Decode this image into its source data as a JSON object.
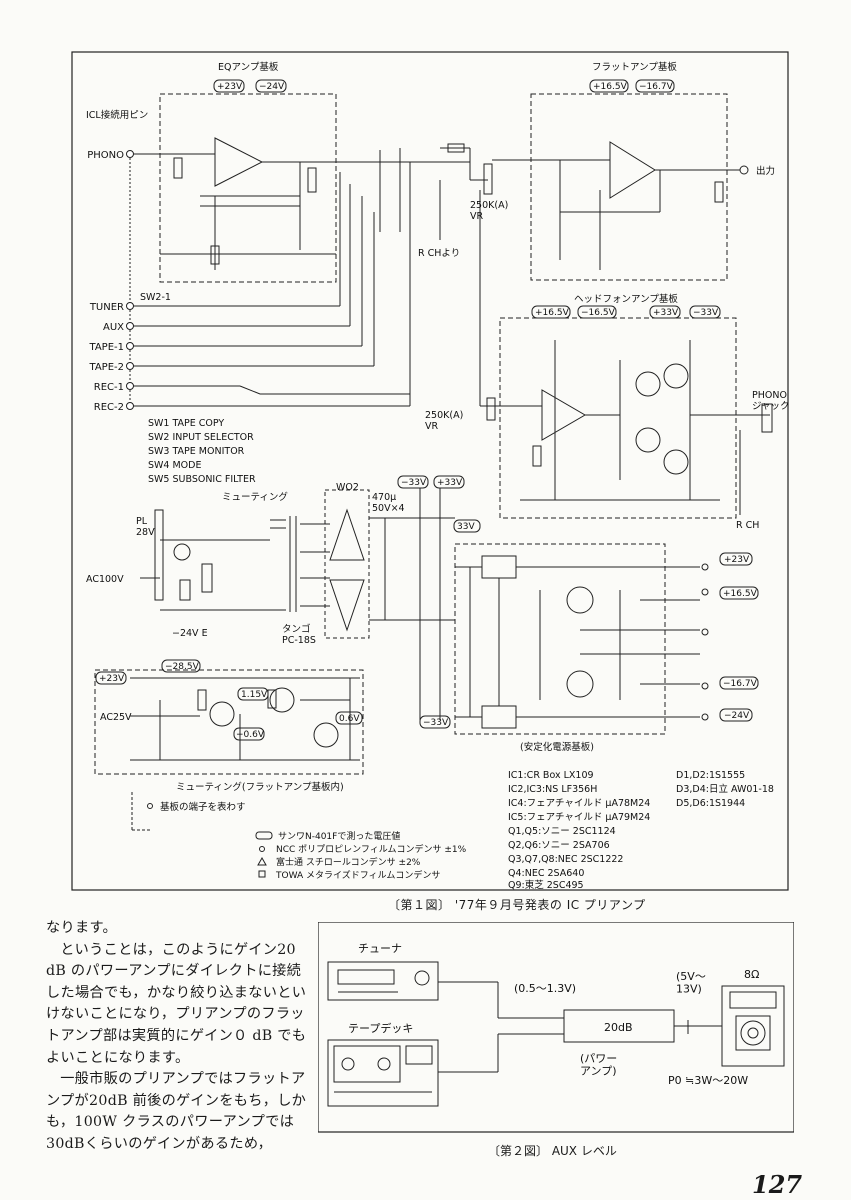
{
  "figure1": {
    "caption": "〔第１図〕 '77年９月号発表の IC プリアンプ",
    "eq_board": "EQアンプ基板",
    "flat_board": "フラットアンプ基板",
    "hp_board": "ヘッドフォンアンプ基板",
    "muting": "ミューティング",
    "muting_board": "ミューティング(フラットアンプ基板内)",
    "reg_board": "(安定化電源基板)",
    "icl_pin": "ICL接続用ピン",
    "inputs": [
      "PHONO",
      "TUNER",
      "AUX",
      "TAPE-1",
      "TAPE-2",
      "REC-1",
      "REC-2"
    ],
    "switches": [
      "SW1 TAPE COPY",
      "SW2 INPUT SELECTOR",
      "SW3 TAPE MONITOR",
      "SW4 MODE",
      "SW5 SUBSONIC FILTER"
    ],
    "ics": [
      "IC1:CR Box LX109",
      "IC2,IC3:NS LF356H",
      "IC4:フェアチャイルド μA78M24",
      "IC5:フェアチャイルド μA79M24",
      "Q1,Q5:ソニー 2SC1124",
      "Q2,Q6:ソニー 2SA706",
      "Q3,Q7,Q8:NEC 2SC1222",
      "Q4:NEC 2SA640",
      "Q9:東芝 2SC495"
    ],
    "diodes": [
      "D1,D2:1S1555",
      "D3,D4:日立 AW01-18",
      "D5,D6:1S1944"
    ],
    "legend": [
      "サンワN-401Fで測った電圧値",
      "NCC ポリプロピレンフィルムコンデンサ ±1%",
      "富士通 スチロールコンデンサ ±2%",
      "TOWA メタライズドフィルムコンデンサ"
    ],
    "terminal_note": "基板の端子を表わす",
    "voltages": {
      "p23": "+23V",
      "m24": "−24V",
      "p165": "+16.5V",
      "m167": "−16.7V",
      "m165": "−16.5V",
      "p33": "+33V",
      "m33": "−33V",
      "v33": "33V",
      "m285": "−28.5V",
      "v115": "1.15V",
      "m06": "−0.6V",
      "v06": "0.6V"
    },
    "misc": {
      "out": "出力",
      "phono_jack": "PHONO\nジャック",
      "rch": "R CH",
      "rch_from": "R CHより",
      "ac100": "AC100V",
      "ac25": "AC25V",
      "pl": "PL\n28V",
      "tango": "タンゴ\nPC-18S",
      "wo2": "WO2",
      "cap_main": "470μ\n50V×4",
      "vr250a": "250K(A)\nVR",
      "sw21": "SW2-1",
      "m24e": "−24V  E"
    }
  },
  "body": {
    "paragraphs": [
      "なります。",
      "ということは，このようにゲイン20 dB のパワーアンプにダイレクトに接続した場合でも，かなり絞り込まないといけないことになり，プリアンプのフラットアンプ部は実質的にゲイン０ dB でもよいことになります。",
      "一般市販のプリアンプではフラットアンプが20dB 前後のゲインをもち，しかも，100W クラスのパワーアンプでは30dBくらいのゲインがあるため，"
    ]
  },
  "figure2": {
    "caption": "〔第２図〕 AUX レベル",
    "tuner": "チューナ",
    "tape_deck": "テープデッキ",
    "input_level": "(0.5～1.3V)",
    "gain": "20dB",
    "power_amp": "(パワー\nアンプ)",
    "output_level": "(5V～\n13V)",
    "impedance": "8Ω",
    "power": "P0 ≒3W～20W"
  },
  "page_number": "127"
}
